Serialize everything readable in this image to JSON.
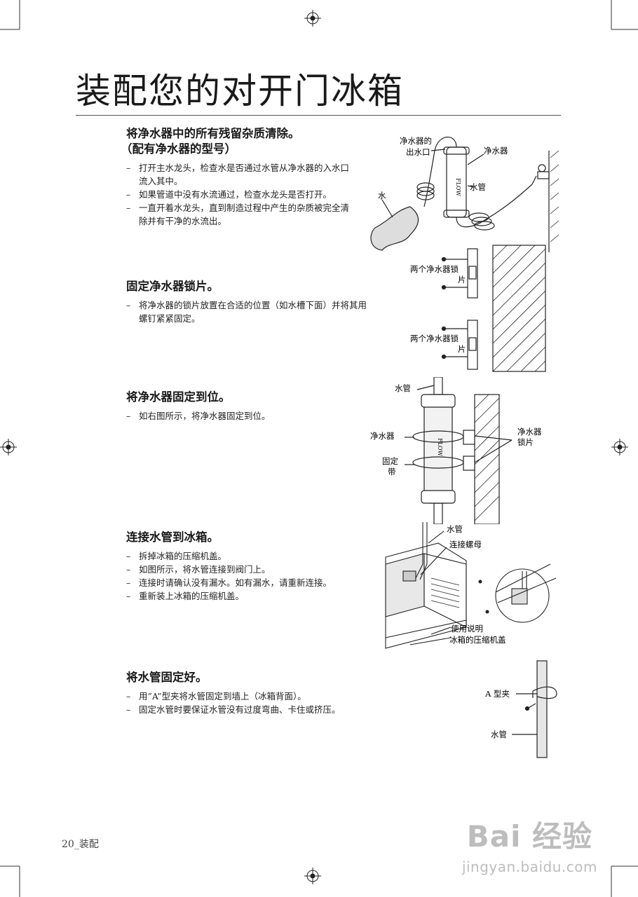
{
  "page": {
    "title": "装配您的对开门冰箱",
    "footer": "20_装配"
  },
  "sections": [
    {
      "heading": "将净水器中的所有残留杂质清除。",
      "subheading": "（配有净水器的型号）",
      "items": [
        "打开主水龙头，检查水是否通过水管从净水器的入水口流入其中。",
        "如果管道中没有水流通过，检查水龙头是否打开。",
        "一直开着水龙头，直到制造过程中产生的杂质被完全清除并有干净的水流出。"
      ]
    },
    {
      "heading": "固定净水器锁片。",
      "items": [
        "将净水器的锁片放置在合适的位置（如水槽下面）并将其用螺钉紧紧固定。"
      ]
    },
    {
      "heading": "将净水器固定到位。",
      "items": [
        "如右图所示，将净水器固定到位。"
      ]
    },
    {
      "heading": "连接水管到冰箱。",
      "items": [
        "拆掉冰箱的压缩机盖。",
        "如图所示，将水管连接到阀门上。",
        "连接时请确认没有漏水。如有漏水，请重新连接。",
        "重新装上冰箱的压缩机盖。"
      ]
    },
    {
      "heading": "将水管固定好。",
      "items": [
        "用”A”型夹将水管固定到墙上（冰箱背面）。",
        "固定水管时要保证水管没有过度弯曲、卡住或挤压。"
      ]
    }
  ],
  "figures": {
    "fig1": {
      "outlet_label_1": "净水器的",
      "outlet_label_2": "出水口",
      "filter": "净水器",
      "tube": "水管",
      "water": "水",
      "flow": "FLOW"
    },
    "fig2": {
      "label_a_1": "两个净水器锁",
      "label_a_2": "片",
      "label_b_1": "两个净水器锁",
      "label_b_2": "片"
    },
    "fig3": {
      "tube": "水管",
      "filter": "净水器",
      "strap_1": "固定",
      "strap_2": "带",
      "lock_1": "净水器",
      "lock_2": "锁片",
      "flow": "FLOW"
    },
    "fig4": {
      "tube": "水管",
      "nut": "连接螺母",
      "manual": "使用说明",
      "cover": "冰箱的压缩机盖"
    },
    "fig5": {
      "clip": "A 型夹",
      "tube": "水管"
    }
  },
  "watermark": {
    "brand": "Bai 经验",
    "url": "jingyan.baidu.com"
  }
}
